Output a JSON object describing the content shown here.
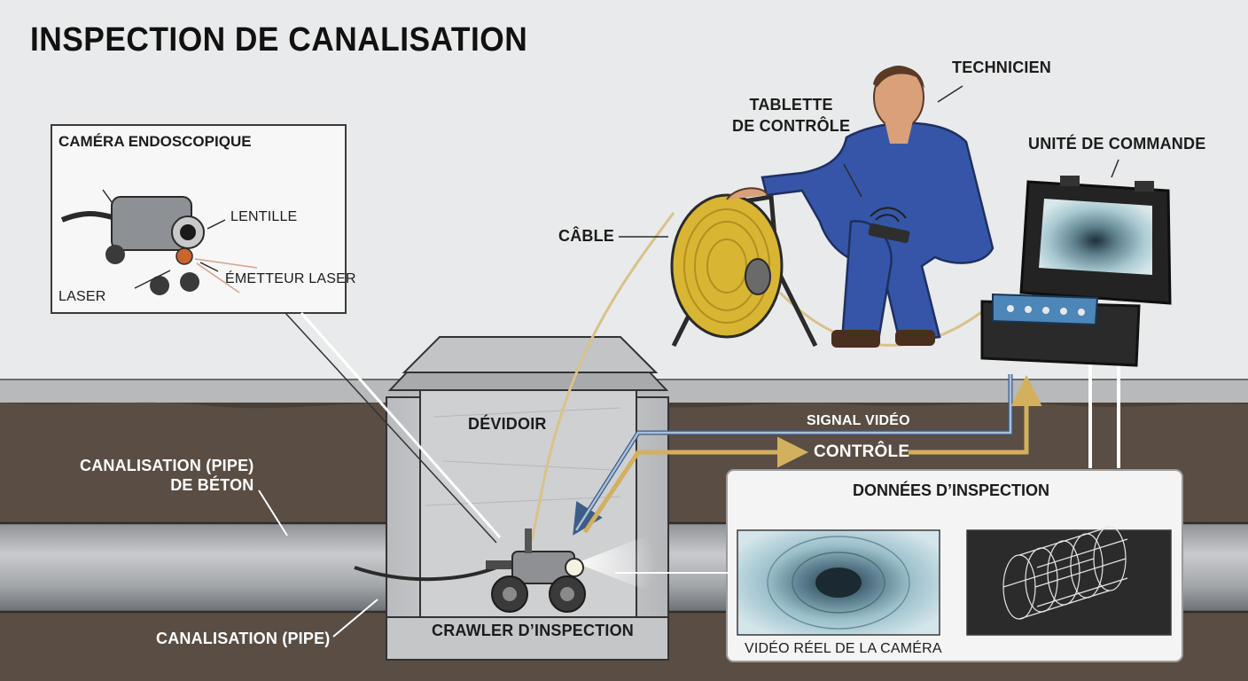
{
  "title": "INSPECTION DE CANALISATION",
  "callout": {
    "title": "CAMÉRA ENDOSCOPIQUE",
    "lentille": "LENTILLE",
    "emetteur": "ÉMETTEUR LASER",
    "laser": "LASER"
  },
  "labels": {
    "technicien": "TECHNICIEN",
    "tablette": "TABLETTE\nDE CONTRÔLE",
    "unite": "UNITÉ DE COMMANDE",
    "cable": "CÂBLE",
    "devidoir": "DÉVIDOIR",
    "signal": "SIGNAL VIDÉO",
    "controle": "CONTRÔLE",
    "beton": "CANALISATION (PIPE)\nDE BÉTON",
    "pipe": "CANALISATION (PIPE)",
    "crawler": "CRAWLER D’INSPECTION"
  },
  "data_panel": {
    "title": "DONNÉES D’INSPECTION",
    "video_caption": "VIDÉO RÉEL DE LA CAMÉRA"
  },
  "colors": {
    "background": "#e9eaeb",
    "soil": "#5a4d43",
    "cable_yellow": "#e2c36a",
    "signal_blue": "#8fa9c6",
    "uniform_blue": "#3556a8",
    "reel_yellow": "#d9b534"
  }
}
